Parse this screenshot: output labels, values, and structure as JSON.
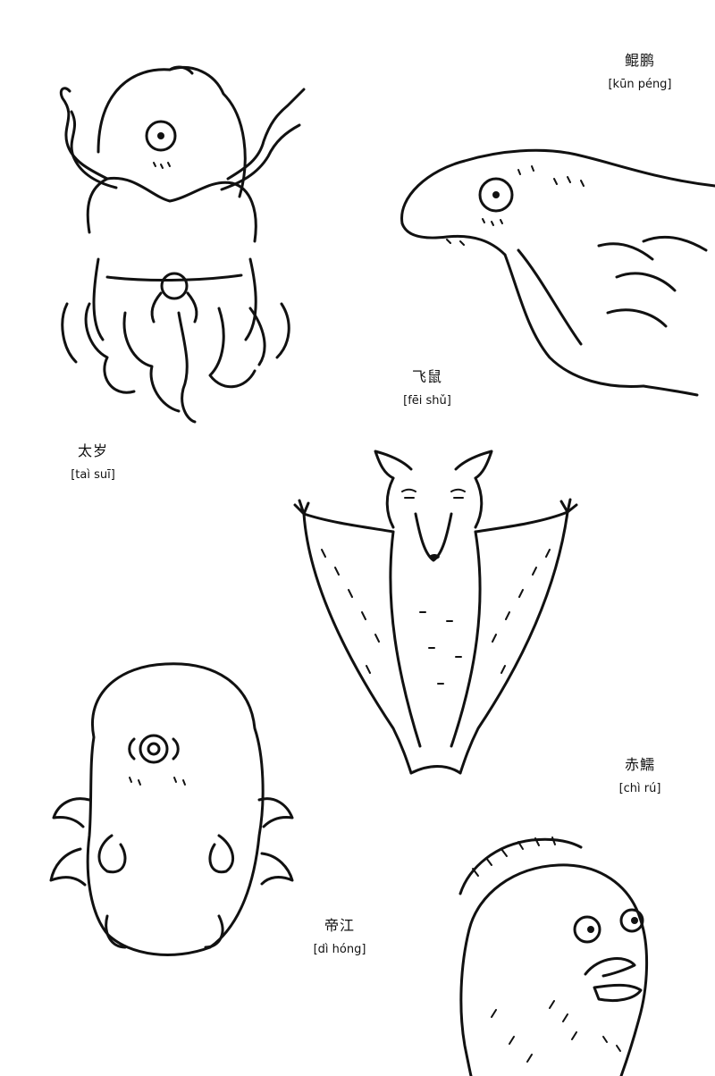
{
  "creatures": [
    {
      "id": "taisui",
      "name": "太岁",
      "pinyin": "[taì suī]"
    },
    {
      "id": "kunpeng",
      "name": "鲲鹏",
      "pinyin": "[kūn péng]"
    },
    {
      "id": "feishu",
      "name": "飞鼠",
      "pinyin": "[fēi shǔ]"
    },
    {
      "id": "chiru",
      "name": "赤鱬",
      "pinyin": "[chì rú]"
    },
    {
      "id": "dijiang",
      "name": "帝江",
      "pinyin": "[dì hóng]"
    }
  ]
}
